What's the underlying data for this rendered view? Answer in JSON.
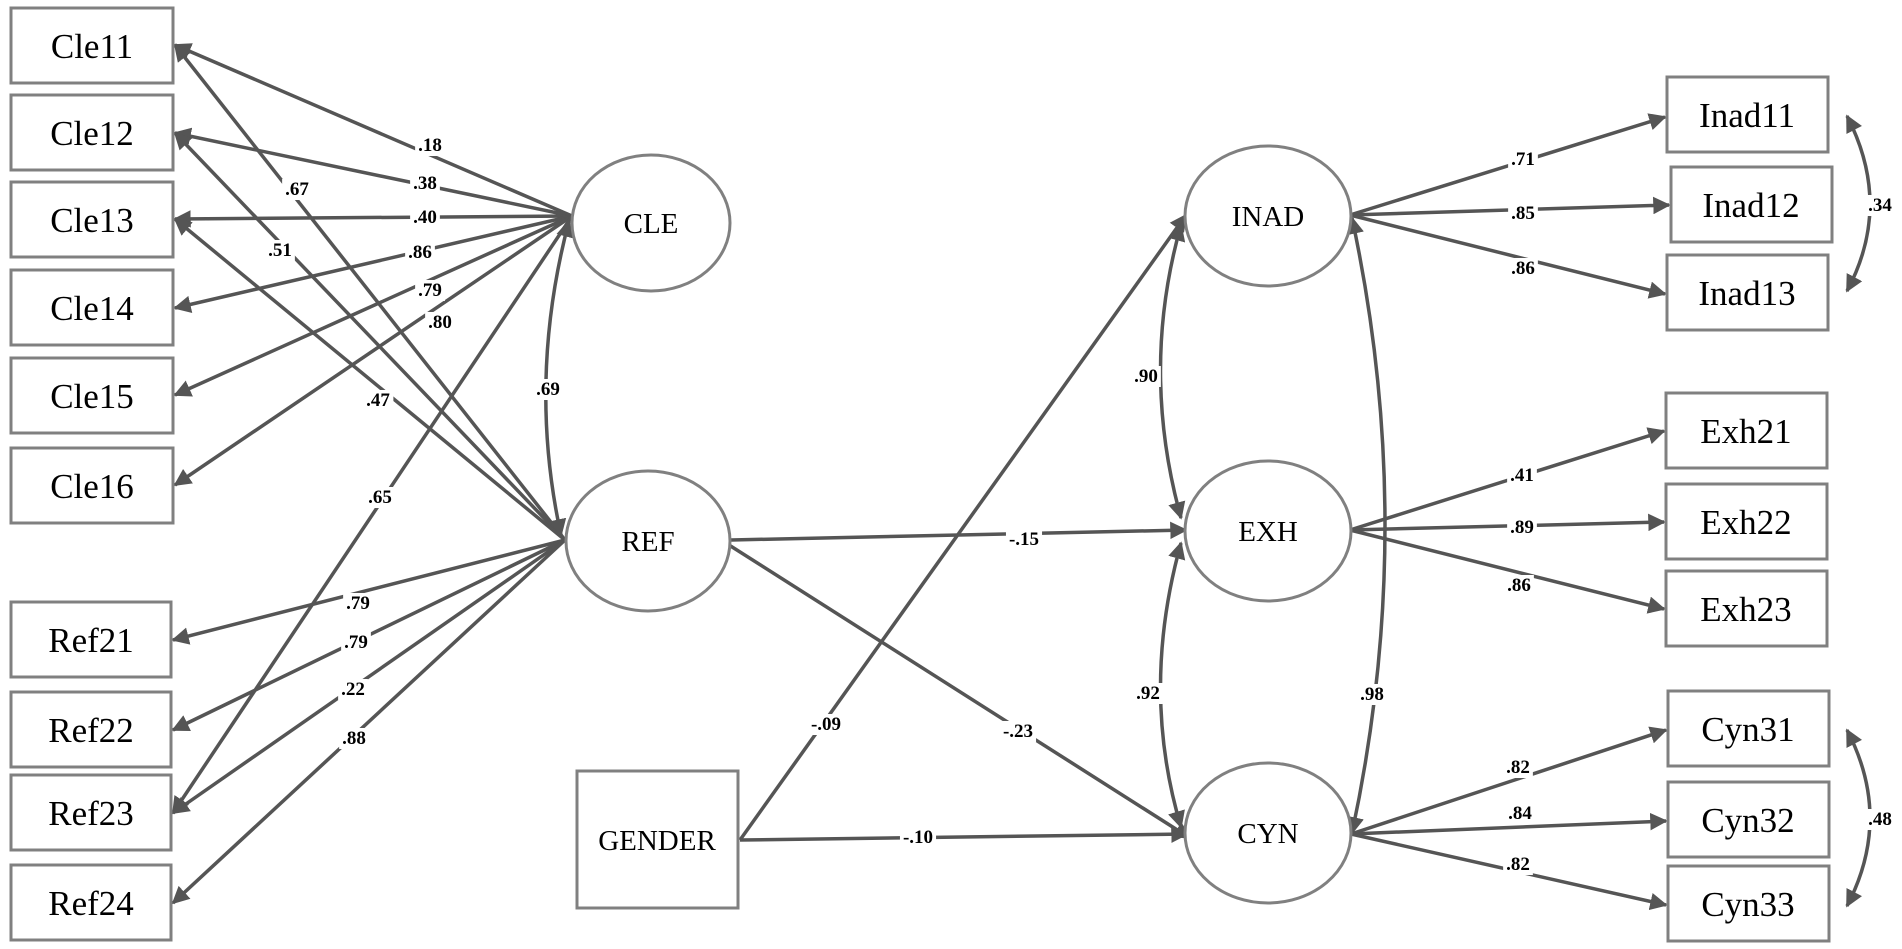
{
  "nodes": {
    "cle11": "Cle11",
    "cle12": "Cle12",
    "cle13": "Cle13",
    "cle14": "Cle14",
    "cle15": "Cle15",
    "cle16": "Cle16",
    "ref21": "Ref21",
    "ref22": "Ref22",
    "ref23": "Ref23",
    "ref24": "Ref24",
    "gender": "GENDER",
    "cle": "CLE",
    "ref": "REF",
    "inad": "INAD",
    "exh": "EXH",
    "cyn": "CYN",
    "inad11": "Inad11",
    "inad12": "Inad12",
    "inad13": "Inad13",
    "exh21": "Exh21",
    "exh22": "Exh22",
    "exh23": "Exh23",
    "cyn31": "Cyn31",
    "cyn32": "Cyn32",
    "cyn33": "Cyn33"
  },
  "coefficients": {
    "cle_cle11": ".18",
    "cle_cle12": ".38",
    "cle_cle13": ".40",
    "cle_cle14": ".86",
    "cle_cle15": ".79",
    "cle_cle16": ".80",
    "ref_cle11": ".67",
    "ref_cle12": ".51",
    "ref_cle13": ".47",
    "cle_ref23": ".65",
    "cle_ref": ".69",
    "ref_ref21": ".79",
    "ref_ref22": ".79",
    "ref_ref23": ".22",
    "ref_ref24": ".88",
    "ref_exh": "-.15",
    "ref_cyn": "-.23",
    "gender_inad": "-.09",
    "gender_cyn": "-.10",
    "inad_exh": ".90",
    "exh_cyn": ".92",
    "inad_cyn": ".98",
    "inad_inad11": ".71",
    "inad_inad12": ".85",
    "inad_inad13": ".86",
    "exh_exh21": ".41",
    "exh_exh22": ".89",
    "exh_exh23": ".86",
    "cyn_cyn31": ".82",
    "cyn_cyn32": ".84",
    "cyn_cyn33": ".82",
    "inad11_inad13": ".34",
    "cyn31_cyn33": ".48"
  }
}
